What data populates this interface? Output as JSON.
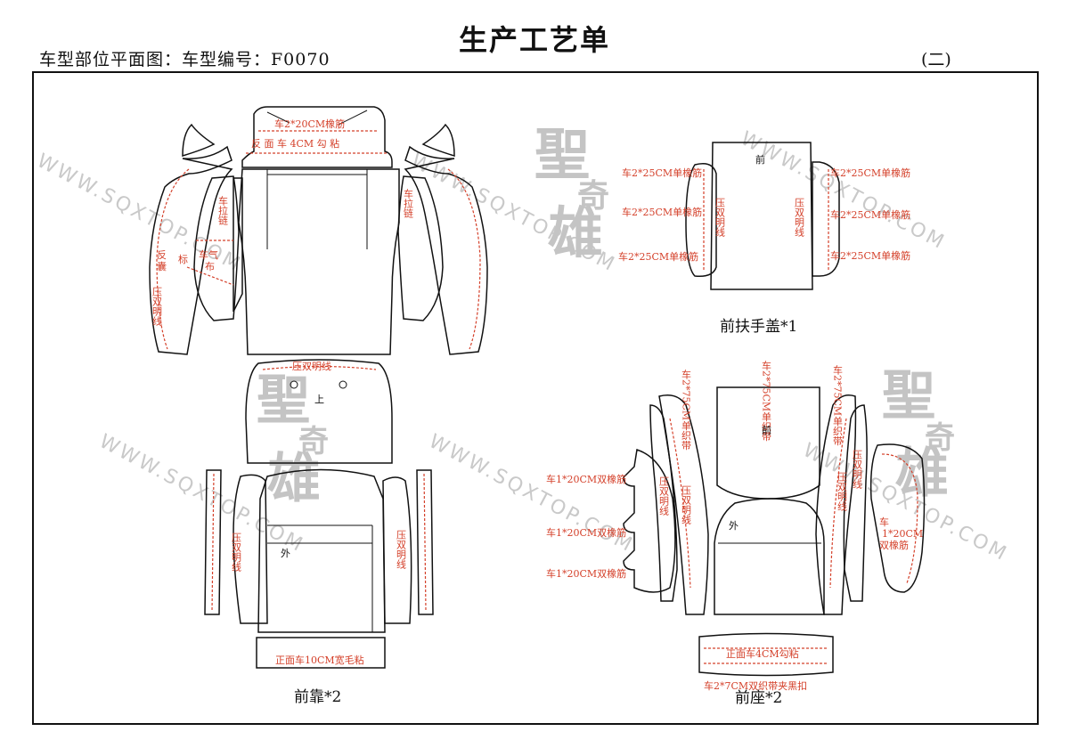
{
  "header": {
    "title": "生产工艺单",
    "subtitle": "车型部位平面图：车型编号：F0070",
    "page": "(二)"
  },
  "watermark": {
    "url": "WWW.SQXTOP.COM",
    "logo_top": "聖",
    "logo_mid": "奇",
    "logo_bottom": "雄"
  },
  "captions": {
    "armrest": "前扶手盖*1",
    "back": "前靠*2",
    "seat": "前座*2"
  },
  "back_labels": {
    "top_elastic": "车2*20CM橡筋",
    "top_hook": "反 面 车 4CM 勾 粘",
    "left_zip": "车拉链",
    "right_zip": "车拉链",
    "airbag_a": "反",
    "airbag_b": "囊",
    "airbag_c": "车气",
    "airbag_d": "布",
    "airbag_e": "标",
    "double_line_left": "压双明线",
    "double_line_mid": "压双明线",
    "up_mark": "上",
    "outer_mark": "外",
    "side_left": "压双明线",
    "side_right": "压双明线",
    "bottom": "正面车10CM宽毛粘"
  },
  "armrest_labels": {
    "l1": "车2*25CM单橡筋",
    "l2": "车2*25CM单橡筋",
    "l3": "车2*25CM单橡筋",
    "r1": "车2*25CM单橡筋",
    "r2": "车2*25CM单橡筋",
    "r3": "车2*25CM单橡筋",
    "front": "前",
    "left_line": "压双明线",
    "right_line": "压双明线"
  },
  "seat_labels": {
    "belt_left": "车2*75CM单织带",
    "belt_mid": "车2*75CM单织带",
    "belt_right": "车2*75CM单织带",
    "front": "前",
    "outer": "外",
    "el1": "车1*20CM双橡筋",
    "el2": "车1*20CM双橡筋",
    "el3": "车1*20CM双橡筋",
    "el_right_a": "车",
    "el_right_b": "1*20CM",
    "el_right_c": "双橡筋",
    "line_a": "压双明线",
    "line_b": "压双明线",
    "line_c": "压双明线",
    "line_d": "压双明线",
    "bottom_hook": "正面车4CM勾粘",
    "bottom_belt": "车2*7CM双织带夹黑扣"
  }
}
